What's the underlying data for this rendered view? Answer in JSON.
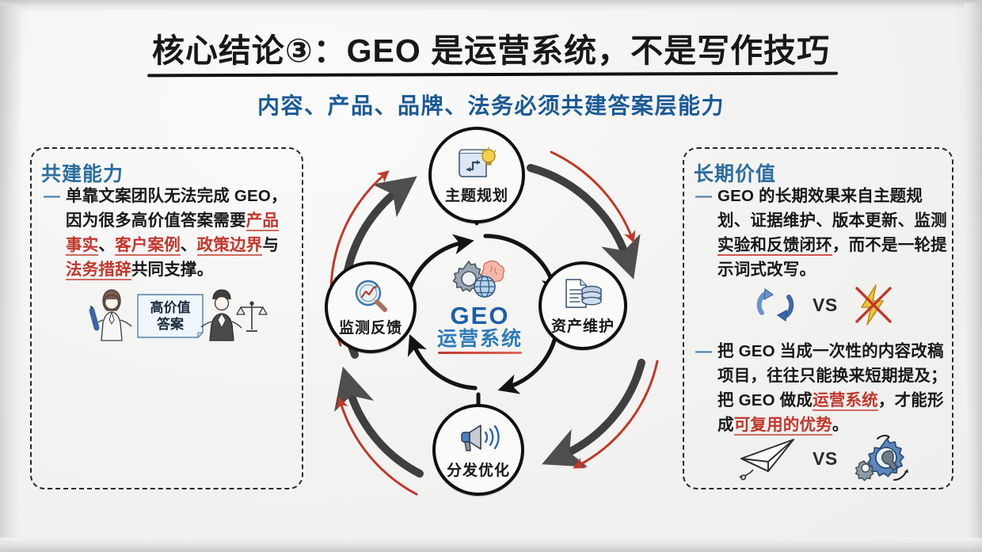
{
  "header": {
    "title": "核心结论③：GEO 是运营系统，不是写作技巧",
    "subtitle": "内容、产品、品牌、法务必须共建答案层能力"
  },
  "left_panel": {
    "heading": "共建能力",
    "bullet_dash": "—",
    "bullet": {
      "segments": [
        {
          "text": "单靠文案团队无法完成 GEO，因为很多高价值答案需要",
          "style": "normal"
        },
        {
          "text": "产品事实",
          "style": "red"
        },
        {
          "text": "、",
          "style": "normal"
        },
        {
          "text": "客户案例",
          "style": "red"
        },
        {
          "text": "、",
          "style": "normal"
        },
        {
          "text": "政策边界",
          "style": "red"
        },
        {
          "text": "与",
          "style": "normal"
        },
        {
          "text": "法务措辞",
          "style": "red"
        },
        {
          "text": "共同支撑。",
          "style": "normal"
        }
      ]
    },
    "illustration": {
      "card_line1": "高价值",
      "card_line2": "答案",
      "left_figure": "woman-with-pen",
      "right_figure": "man-with-scales"
    }
  },
  "right_panel": {
    "heading": "长期价值",
    "bullet_dash": "—",
    "bullet1": {
      "segments": [
        {
          "text": "GEO 的长期效果来自主题规划、证据维护、版本更新、监测",
          "style": "normal"
        },
        {
          "text": "实验和反馈闭环",
          "style": "underline"
        },
        {
          "text": "，而不是一轮提示词式改写。",
          "style": "normal"
        }
      ]
    },
    "bullet2": {
      "segments": [
        {
          "text": "把 GEO 当成一次性的内容改稿项目，往往只能换来短期提及；把 GEO 做成",
          "style": "normal"
        },
        {
          "text": "运营系统",
          "style": "red"
        },
        {
          "text": "，才能形成",
          "style": "normal"
        },
        {
          "text": "可复用的优势",
          "style": "red"
        },
        {
          "text": "。",
          "style": "normal"
        }
      ]
    },
    "comparisons": [
      {
        "left_icon": "cycle-arrows-icon",
        "label": "VS",
        "right_icon": "crossed-lightning-icon"
      },
      {
        "left_icon": "paper-plane-icon",
        "label": "VS",
        "right_icon": "gears-wrench-icon"
      }
    ]
  },
  "cycle": {
    "hub": {
      "line1": "GEO",
      "line2": "运营系统",
      "icon": "gear-brain-globe-icon"
    },
    "nodes": [
      {
        "id": "top",
        "label": "主题规划",
        "icon": "blueprint-lightbulb-icon"
      },
      {
        "id": "right",
        "label": "资产维护",
        "icon": "document-database-icon"
      },
      {
        "id": "bottom",
        "label": "分发优化",
        "icon": "megaphone-icon"
      },
      {
        "id": "left",
        "label": "监测反馈",
        "icon": "magnifier-trend-icon"
      }
    ],
    "flow_direction": "clockwise"
  },
  "colors": {
    "title": "#17181a",
    "subtitle_blue": "#1b5a96",
    "panel_heading_blue": "#2d6e9e",
    "highlight_red": "#c2362b",
    "hub_blue": "#1d5fa3",
    "arrow_gray": "#4a4a4a",
    "accent_red_arrow": "#c0392b",
    "paper_bg": "#f3f3f2"
  }
}
